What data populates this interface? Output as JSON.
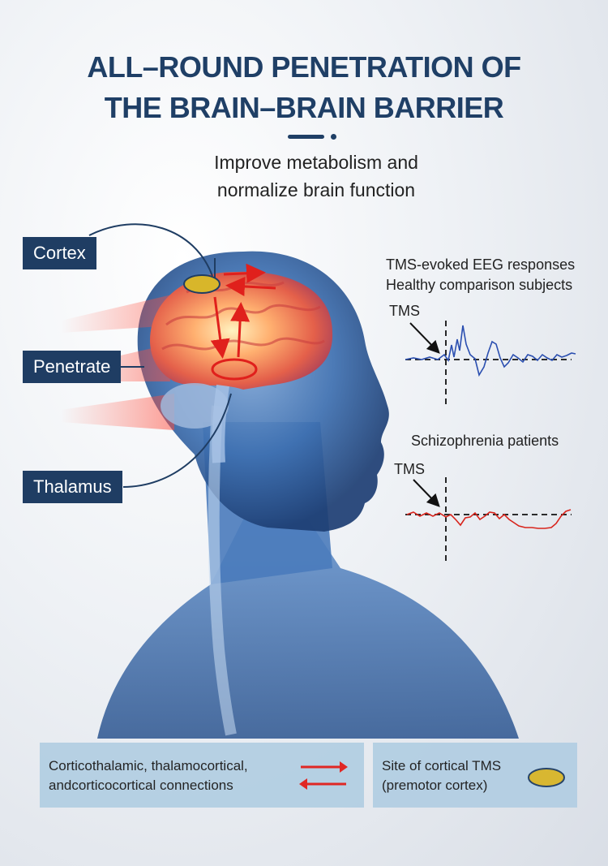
{
  "header": {
    "title_line1": "ALL–ROUND PENETRATION OF",
    "title_line2": "THE BRAIN–BRAIN BARRIER",
    "subtitle_line1": "Improve metabolism and",
    "subtitle_line2": "normalize brain function"
  },
  "labels": {
    "cortex": "Cortex",
    "penetrate": "Penetrate",
    "thalamus": "Thalamus"
  },
  "eeg": {
    "title": "TMS-evoked EEG responses",
    "healthy_label": "Healthy comparison subjects",
    "tms_label_1": "TMS",
    "schizophrenia_label": "Schizophrenia patients",
    "tms_label_2": "TMS"
  },
  "legend": {
    "connections_line1": "Corticothalamic, thalamocortical,",
    "connections_line2": "andcorticocortical connections",
    "site_line1": "Site of cortical TMS",
    "site_line2": "(premotor cortex)"
  },
  "colors": {
    "title": "#1f3f66",
    "label_box": "#1f3d63",
    "arrow_red": "#e0201c",
    "tms_site_yellow": "#d8b62a",
    "healthy_trace": "#2b4fb0",
    "patient_trace": "#d8241c",
    "legend_box": "#b4cfe3"
  }
}
